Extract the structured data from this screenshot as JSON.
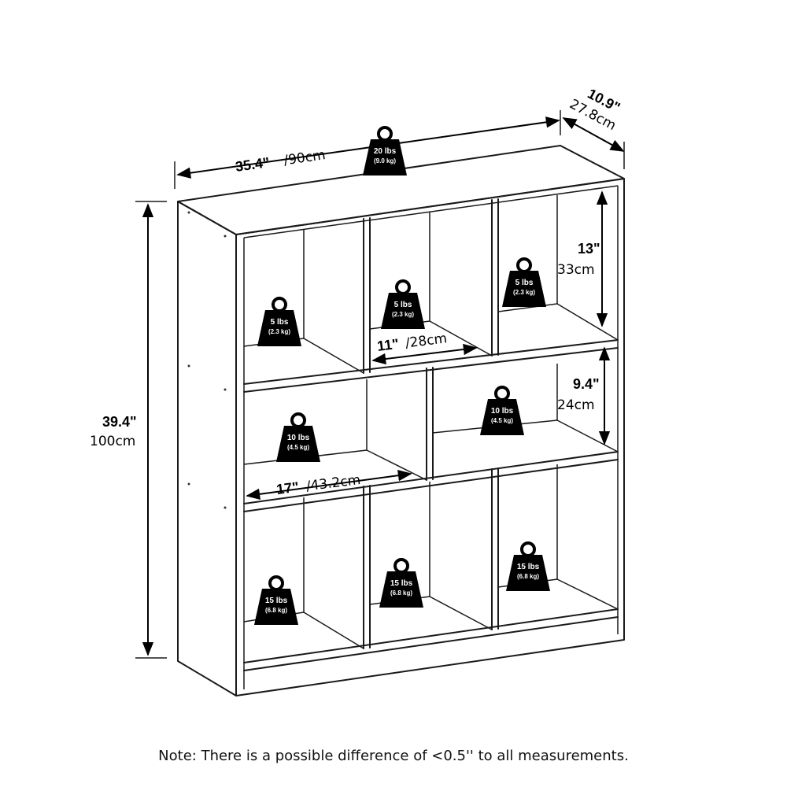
{
  "dimensions": {
    "width": {
      "in": "35.4\"",
      "cm": "/90cm"
    },
    "depth": {
      "in": "10.9\"",
      "cm": "27.8cm"
    },
    "height": {
      "in": "39.4\"",
      "cm": "100cm"
    },
    "top_cube_height": {
      "in": "13\"",
      "cm": "33cm"
    },
    "middle_cube_height": {
      "in": "9.4\"",
      "cm": "24cm"
    },
    "top_cube_width": {
      "in": "11\"",
      "cm": "/28cm"
    },
    "middle_cube_width": {
      "in": "17\"",
      "cm": "/43.2cm"
    }
  },
  "weights": {
    "top_surface": {
      "lbs": "20 lbs",
      "kg": "(9.0 kg)"
    },
    "top_left": {
      "lbs": "5 lbs",
      "kg": "(2.3 kg)"
    },
    "top_middle": {
      "lbs": "5 lbs",
      "kg": "(2.3 kg)"
    },
    "top_right": {
      "lbs": "5 lbs",
      "kg": "(2.3 kg)"
    },
    "middle_left": {
      "lbs": "10 lbs",
      "kg": "(4.5 kg)"
    },
    "middle_right": {
      "lbs": "10 lbs",
      "kg": "(4.5 kg)"
    },
    "bottom_left": {
      "lbs": "15 lbs",
      "kg": "(6.8 kg)"
    },
    "bottom_middle": {
      "lbs": "15 lbs",
      "kg": "(6.8 kg)"
    },
    "bottom_right": {
      "lbs": "15 lbs",
      "kg": "(6.8 kg)"
    }
  },
  "note": "Note: There is a possible difference of <0.5'' to all measurements."
}
